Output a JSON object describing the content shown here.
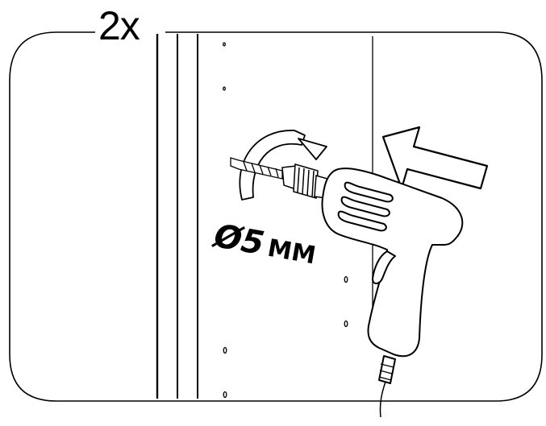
{
  "instruction": {
    "quantity": "2x",
    "drill_diameter_symbol": "Ø5",
    "drill_unit": "MM"
  },
  "colors": {
    "ink": "#000000",
    "paper": "#ffffff"
  },
  "icons": {
    "rotation": "rotation-arrow-icon",
    "push_direction": "arrow-left-icon",
    "tool": "power-drill-icon"
  }
}
